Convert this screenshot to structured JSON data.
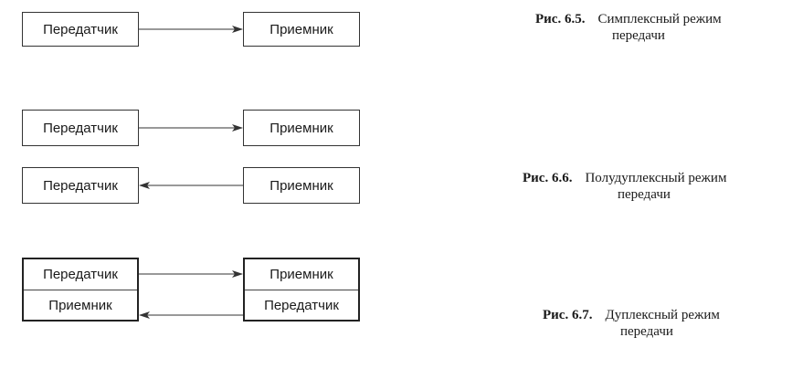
{
  "labels": {
    "transmitter": "Передатчик",
    "receiver": "Приемник"
  },
  "figures": [
    {
      "number": "Рис. 6.5.",
      "title_line1": "Симплексный режим",
      "title_line2": "передачи"
    },
    {
      "number": "Рис. 6.6.",
      "title_line1": "Полудуплексный режим",
      "title_line2": "передачи"
    },
    {
      "number": "Рис. 6.7.",
      "title_line1": "Дуплексный режим",
      "title_line2": "передачи"
    }
  ],
  "colors": {
    "line": "#333333",
    "background": "#ffffff"
  }
}
